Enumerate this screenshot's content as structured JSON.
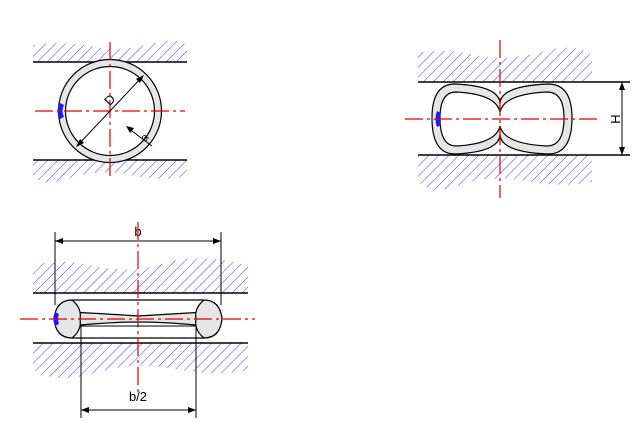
{
  "figures": [
    {
      "id": "round-tube",
      "labels": {
        "diameter": "D",
        "thickness": "a"
      }
    },
    {
      "id": "pinched-tube",
      "labels": {
        "height": "H"
      }
    },
    {
      "id": "flattened-tube",
      "labels": {
        "width": "b",
        "half_width": "b/2"
      }
    }
  ],
  "colors": {
    "hatch": "#3a3aff",
    "centerline": "#e00000",
    "outline": "#000000",
    "wall_fill": "#e6e6e6",
    "weld_mark": "#1a1aff"
  }
}
